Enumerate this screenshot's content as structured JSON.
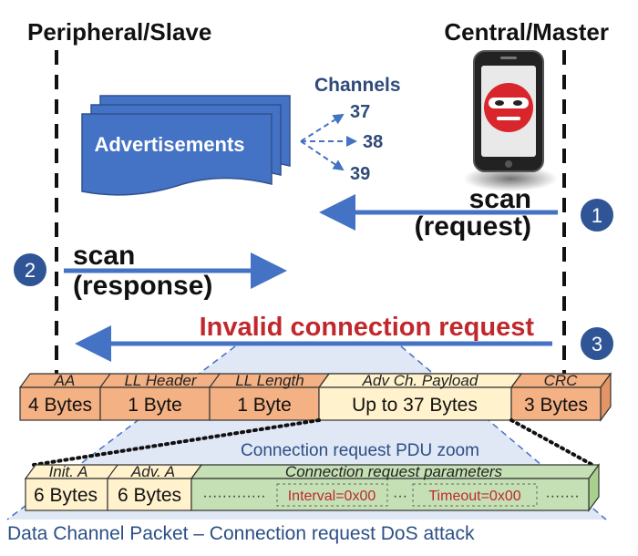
{
  "headers": {
    "peripheral": "Peripheral/Slave",
    "central": "Central/Master"
  },
  "advertisements": {
    "label": "Advertisements"
  },
  "channels": {
    "title": "Channels",
    "items": [
      "37",
      "38",
      "39"
    ]
  },
  "steps": [
    {
      "number": "1",
      "text_line1": "scan",
      "text_line2": "(request)"
    },
    {
      "number": "2",
      "text_line1": "scan",
      "text_line2": "(response)"
    },
    {
      "number": "3",
      "text": "Invalid connection request"
    }
  ],
  "packet": {
    "fields": [
      {
        "name": "AA",
        "size": "4 Bytes"
      },
      {
        "name": "LL Header",
        "size": "1 Byte"
      },
      {
        "name": "LL Length",
        "size": "1 Byte"
      },
      {
        "name": "Adv Ch. Payload",
        "size": "Up to 37 Bytes"
      },
      {
        "name": "CRC",
        "size": "3 Bytes"
      }
    ]
  },
  "zoom": {
    "title": "Connection request PDU zoom",
    "fields": [
      {
        "name": "Init. A",
        "size": "6 Bytes"
      },
      {
        "name": "Adv. A",
        "size": "6 Bytes"
      },
      {
        "name": "Connection request parameters"
      }
    ],
    "dots_1": "·············",
    "interval": "Interval=0x00",
    "dots_2": "···",
    "timeout": "Timeout=0x00",
    "dots_3": "·······"
  },
  "caption": "Data Channel Packet – Connection request DoS attack",
  "colors": {
    "blue_arrow": "#4472c4",
    "adv_fill": "#4472c4",
    "orange_field": "#f4b183",
    "cream_field": "#fff2cc",
    "green_field": "#c5e0b4",
    "zoom_band": "#dae3f3",
    "invalid_red": "#c0282d",
    "circle_blue": "#2f5597"
  },
  "icons": {
    "phone": "smartphone-icon",
    "mask": "villain-mask-icon"
  }
}
